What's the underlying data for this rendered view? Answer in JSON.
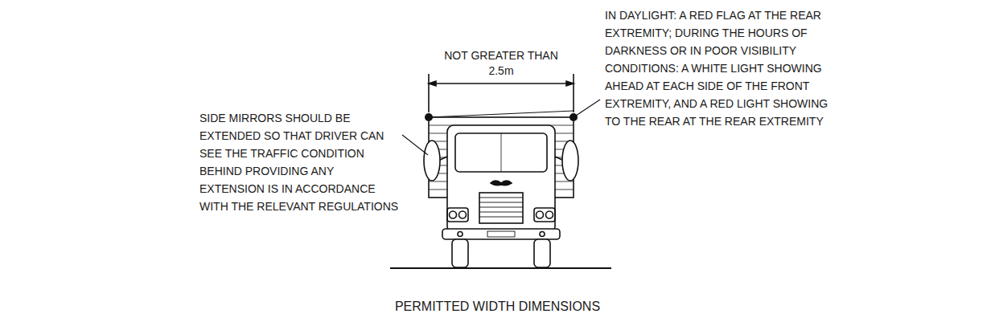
{
  "diagram": {
    "caption": "PERMITTED WIDTH DIMENSIONS",
    "labels": [
      "NOT GREATER THAN 2.5m",
      "SIDE MIRRORS SHOULD BE EXTENDED SO THAT DRIVER CAN SEE THE TRAFFIC CONDITION BEHIND PROVIDING ANY EXTENSION IS IN ACCORDANCE WITH THE RELEVANT REGULATIONS",
      "IN DAYLIGHT: A RED FLAG AT THE REAR EXTREMITY; DURING THE HOURS OF DARKNESS OR IN POOR VISIBILITY CONDITIONS: A WHITE LIGHT SHOWING AHEAD AT EACH SIDE OF THE FRONT EXTREMITY, AND A RED LIGHT SHOWING TO THE REAR AT THE REAR EXTREMITY"
    ]
  }
}
